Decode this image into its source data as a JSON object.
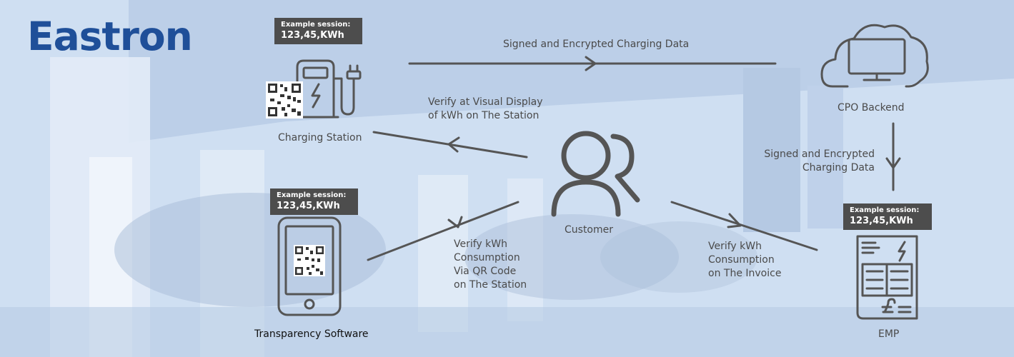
{
  "brand": {
    "logo_text": "Eastron"
  },
  "session_badge": {
    "title": "Example session:",
    "value": "123,45,KWh"
  },
  "nodes": {
    "charging_station": "Charging Station",
    "cpo_backend": "CPO Backend",
    "customer": "Customer",
    "transparency_software": "Transparency Software",
    "emp": "EMP"
  },
  "edges": {
    "signed_encrypted_top": "Signed and Encrypted Charging Data",
    "signed_encrypted_right": [
      "Signed and Encrypted",
      "Charging Data"
    ],
    "verify_display": [
      "Verify at Visual Display",
      "of kWh on The Station"
    ],
    "verify_qr": [
      "Verify kWh",
      "Consumption",
      "Via QR Code",
      "on The Station"
    ],
    "verify_invoice": [
      "Verify kWh",
      "Consumption",
      "on The Invoice"
    ]
  },
  "icons": [
    "charging-station-icon",
    "qr-code-icon",
    "plug-icon",
    "cloud-monitor-icon",
    "customer-group-icon",
    "smartphone-icon",
    "invoice-icon"
  ],
  "colors": {
    "brand_blue": "#1f4f99",
    "line_gray": "#555555",
    "badge_bg": "#4d4d4d",
    "text_gray": "#4a4a4a"
  }
}
